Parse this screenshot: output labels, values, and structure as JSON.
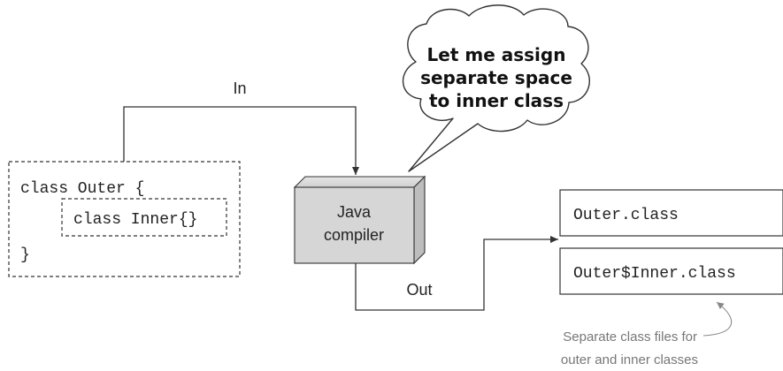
{
  "source": {
    "line1": "class Outer {",
    "inner": "class Inner{}",
    "line3": "}"
  },
  "compiler": {
    "line1": "Java",
    "line2": "compiler"
  },
  "labels": {
    "in": "In",
    "out": "Out"
  },
  "bubble": {
    "line1": "Let me assign",
    "line2": "separate space",
    "line3": "to inner class"
  },
  "outputs": [
    "Outer.class",
    "Outer$Inner.class"
  ],
  "note": {
    "line1": "Separate class files for",
    "line2": "outer and inner classes"
  }
}
